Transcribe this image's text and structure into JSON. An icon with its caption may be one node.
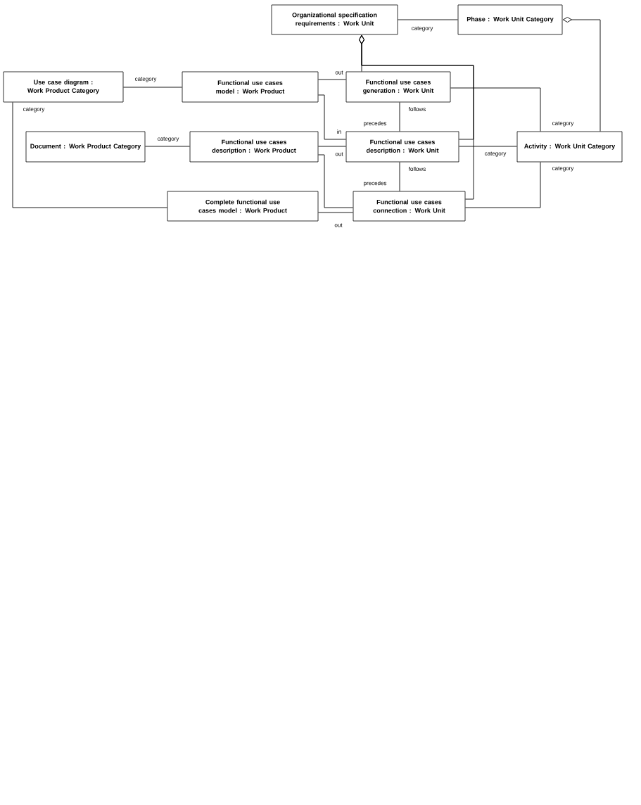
{
  "diagram": {
    "nodes": [
      {
        "text": [
          "Organizational specification requirements : Work Unit"
        ]
      },
      {
        "text": [
          "Phase : Work Unit Category"
        ]
      },
      {
        "text": [
          "Use case diagram : Work Product Category"
        ]
      },
      {
        "text": [
          "Functional use cases model : Work Product"
        ]
      },
      {
        "text": [
          "Functional use cases generation : Work Unit"
        ]
      },
      {
        "text": [
          "Document : Work Product Category"
        ]
      },
      {
        "text": [
          "Functional use cases description : Work Product"
        ]
      },
      {
        "text": [
          "Functional use cases description : Work Unit"
        ]
      },
      {
        "text": [
          "Activity : Work Unit Category"
        ]
      },
      {
        "text": [
          "Complete functional use cases model : Work Product"
        ]
      },
      {
        "text": [
          "Functional use cases connection : Work Unit"
        ]
      }
    ],
    "edges": [
      {
        "from": 0,
        "to": 1,
        "arrow": "none",
        "label": "category"
      },
      {
        "from": 8,
        "to": 1,
        "arrow": "other"
      },
      {
        "from": 4,
        "to": 0,
        "arrow": "other"
      },
      {
        "from": 7,
        "to": 0,
        "arrow": "other"
      },
      {
        "from": 10,
        "to": 0,
        "arrow": "other"
      },
      {
        "from": 2,
        "to": 3,
        "arrow": "none",
        "label": "category"
      },
      {
        "from": 2,
        "to": 9,
        "arrow": "none",
        "label": "category"
      },
      {
        "from": 3,
        "to": 4,
        "arrow": "none",
        "label": "out"
      },
      {
        "from": 3,
        "to": 7,
        "arrow": "none",
        "label": "in"
      },
      {
        "from": 5,
        "to": 6,
        "arrow": "none",
        "label": "category"
      },
      {
        "from": 6,
        "to": 7,
        "arrow": "none",
        "label": "out"
      },
      {
        "from": 6,
        "to": 10,
        "arrow": "none"
      },
      {
        "from": 9,
        "to": 10,
        "arrow": "none",
        "label": "out"
      },
      {
        "from": 4,
        "to": 7,
        "arrow": "none",
        "label": "follows"
      },
      {
        "from": 7,
        "to": 10,
        "arrow": "none",
        "label": "follows"
      },
      {
        "from": 4,
        "to": 8,
        "arrow": "none",
        "label": "category"
      },
      {
        "from": 7,
        "to": 8,
        "arrow": "none",
        "label": "category"
      },
      {
        "from": 10,
        "to": 8,
        "arrow": "none",
        "label": "category"
      }
    ],
    "labels": [
      "precedes",
      "precedes"
    ]
  }
}
